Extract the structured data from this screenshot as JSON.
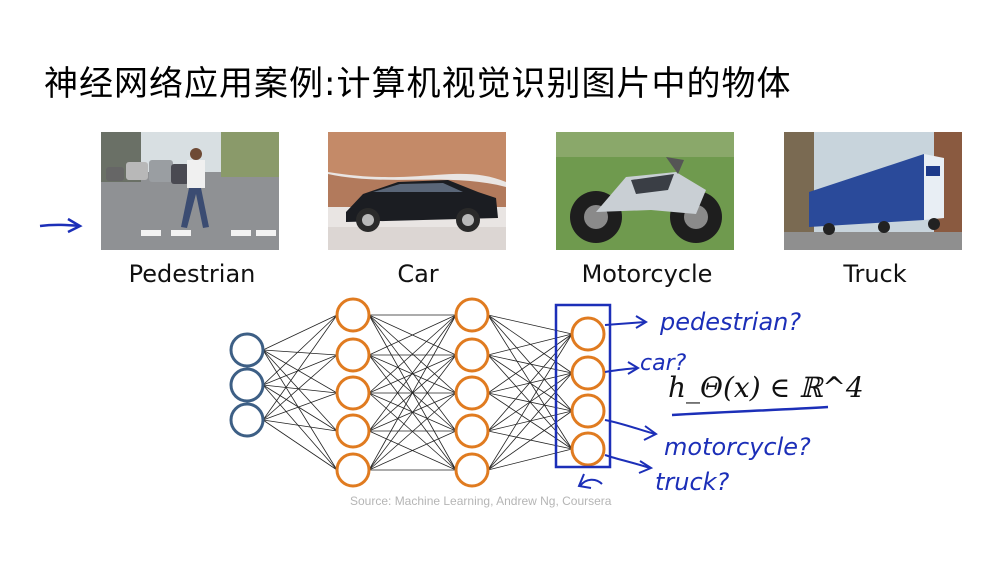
{
  "title": "神经网络应用案例:计算机视觉识别图片中的物体",
  "images": [
    {
      "label": "Pedestrian",
      "icon": "pedestrian-photo"
    },
    {
      "label": "Car",
      "icon": "car-photo"
    },
    {
      "label": "Motorcycle",
      "icon": "motorcycle-photo"
    },
    {
      "label": "Truck",
      "icon": "truck-photo"
    }
  ],
  "network": {
    "layers": [
      3,
      5,
      5,
      4
    ]
  },
  "annotations": {
    "outputs": [
      "pedestrian?",
      "car?",
      "motorcycle?",
      "truck?"
    ],
    "formula": "h_Θ(x) ∈ ℝ^4"
  },
  "source": "Source: Machine Learning, Andrew Ng, Coursera",
  "colors": {
    "input_node": "#3d5f85",
    "hidden_node": "#e07b20",
    "annotation_ink": "#1c2fb8"
  }
}
